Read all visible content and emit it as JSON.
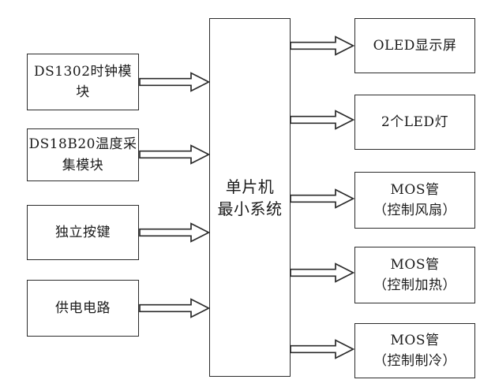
{
  "diagram": {
    "type": "block-diagram",
    "center_block": {
      "label": "单片机\n最小系统"
    },
    "inputs": [
      {
        "label": "DS1302时钟模块"
      },
      {
        "label": "DS18B20温度采\n集模块"
      },
      {
        "label": "独立按键"
      },
      {
        "label": "供电电路"
      }
    ],
    "outputs": [
      {
        "label": "OLED显示屏"
      },
      {
        "label": "2个LED灯"
      },
      {
        "label": "MOS管\n（控制风扇）"
      },
      {
        "label": "MOS管\n（控制加热）"
      },
      {
        "label": "MOS管\n（控制制冷）"
      }
    ],
    "colors": {
      "line": "#2b2b2b",
      "text": "#1b1b1b",
      "background": "#ffffff",
      "block_fill": "#ffffff"
    }
  }
}
